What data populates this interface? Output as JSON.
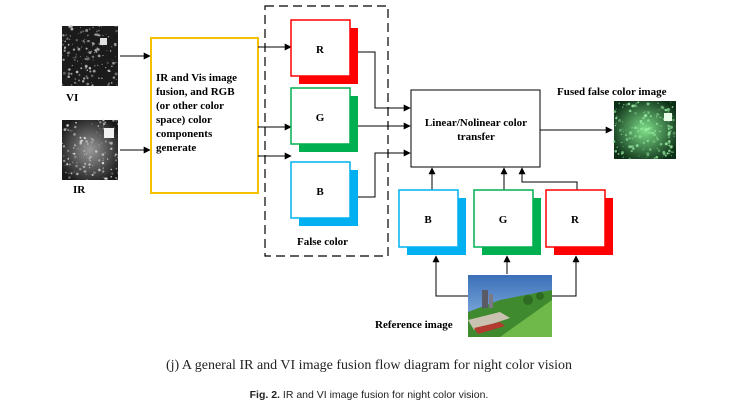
{
  "inputs": {
    "vi_label": "VI",
    "ir_label": "IR"
  },
  "fusion_box": {
    "lines": [
      "IR and Vis image",
      "fusion, and RGB",
      "(or other color",
      "space) color",
      "components",
      "generate"
    ],
    "border_color": "#f5c000"
  },
  "false_color": {
    "label": "False color",
    "channels": [
      {
        "letter": "R",
        "color": "#ff0000"
      },
      {
        "letter": "G",
        "color": "#00b050"
      },
      {
        "letter": "B",
        "color": "#00b0f0"
      }
    ]
  },
  "transfer_box": {
    "lines": [
      "Linear/Nolinear color",
      "transfer"
    ]
  },
  "output": {
    "label": "Fused false color image"
  },
  "reference": {
    "label": "Reference image",
    "channels": [
      {
        "letter": "B",
        "color": "#00b0f0"
      },
      {
        "letter": "G",
        "color": "#00b050"
      },
      {
        "letter": "R",
        "color": "#ff0000"
      }
    ]
  },
  "captions": {
    "subfigure": "(j) A general IR and VI image fusion flow diagram for night color vision",
    "figure_label": "Fig. 2.",
    "figure_text": " IR and VI image fusion for night color vision."
  }
}
